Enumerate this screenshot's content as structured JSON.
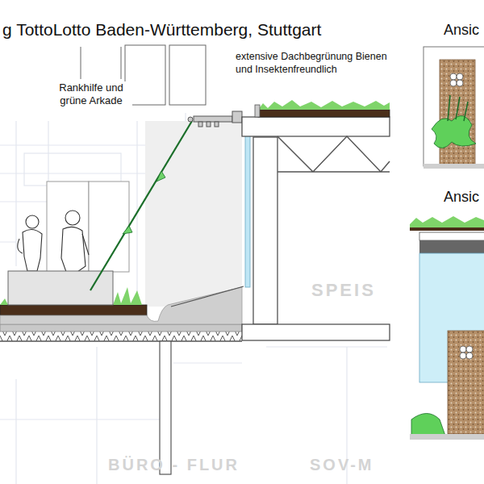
{
  "diagram": {
    "title": "g TottoLotto Baden-Württemberg, Stuttgart",
    "labels": [
      "Ansic",
      "Rankhilfe und grüne Arkade",
      "extensive Dachbegrünung Bienen und Insektenfreundlich",
      "Ansic",
      "SPEIS",
      "BÜRO - FLUR",
      "SOV-M"
    ]
  }
}
